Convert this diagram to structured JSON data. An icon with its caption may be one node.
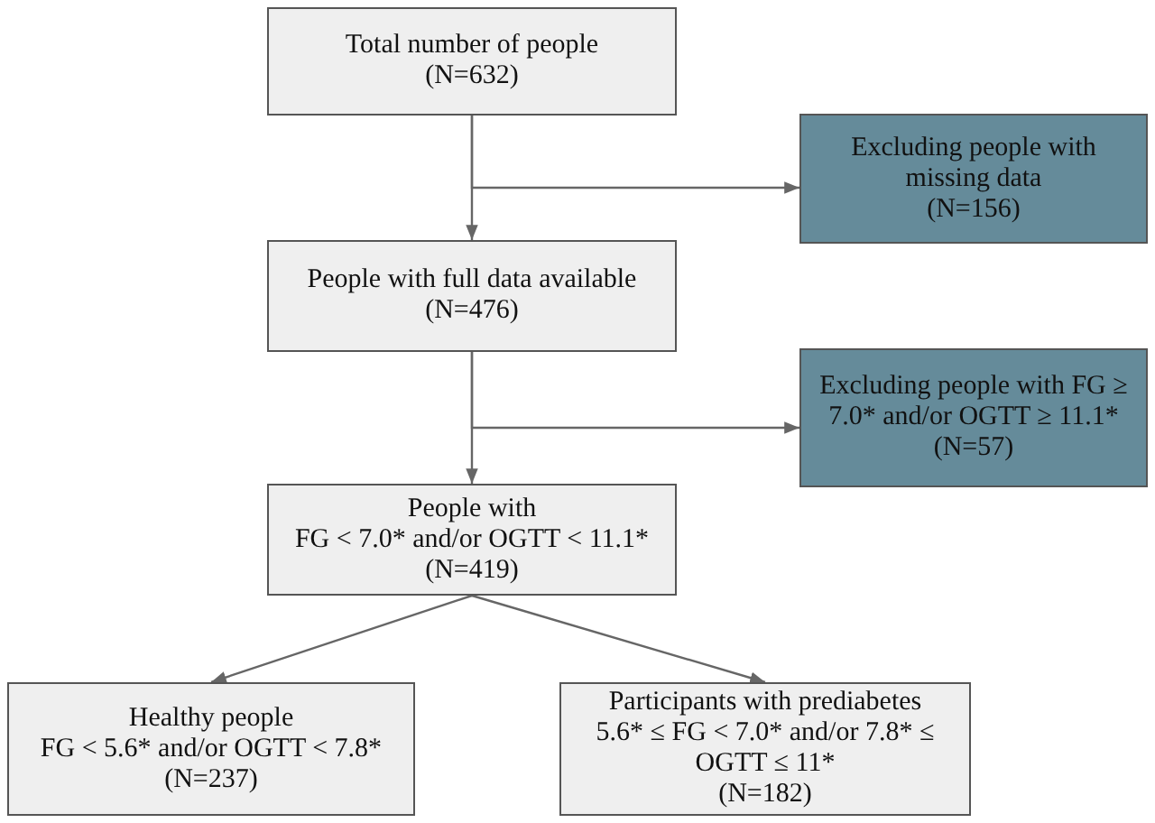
{
  "diagram": {
    "nodes": [
      {
        "text": [
          "Total number of people",
          "(N=632)"
        ]
      },
      {
        "text": [
          "Excluding people with missing data",
          "(N=156)"
        ]
      },
      {
        "text": [
          "People  with full data available",
          "(N=476)"
        ]
      },
      {
        "text": [
          "Excluding people with FG ≥ 7.0* and/or OGTT ≥ 11.1*",
          "(N=57)"
        ]
      },
      {
        "text": [
          "People with",
          "FG < 7.0* and/or OGTT < 11.1*",
          "(N=419)"
        ]
      },
      {
        "text": [
          "Healthy people",
          "FG < 5.6* and/or OGTT < 7.8*",
          "(N=237)"
        ]
      },
      {
        "text": [
          "Participants with prediabetes",
          "5.6* ≤ FG < 7.0* and/or 7.8* ≤ OGTT ≤ 11*",
          "(N=182)"
        ]
      }
    ],
    "edges": [
      {
        "from": 0,
        "to": 2,
        "arrow": "to"
      },
      {
        "from": 0,
        "to": 1,
        "arrow": "to"
      },
      {
        "from": 2,
        "to": 4,
        "arrow": "to"
      },
      {
        "from": 2,
        "to": 3,
        "arrow": "to"
      },
      {
        "from": 4,
        "to": 5,
        "arrow": "to"
      },
      {
        "from": 4,
        "to": 6,
        "arrow": "to"
      }
    ]
  }
}
